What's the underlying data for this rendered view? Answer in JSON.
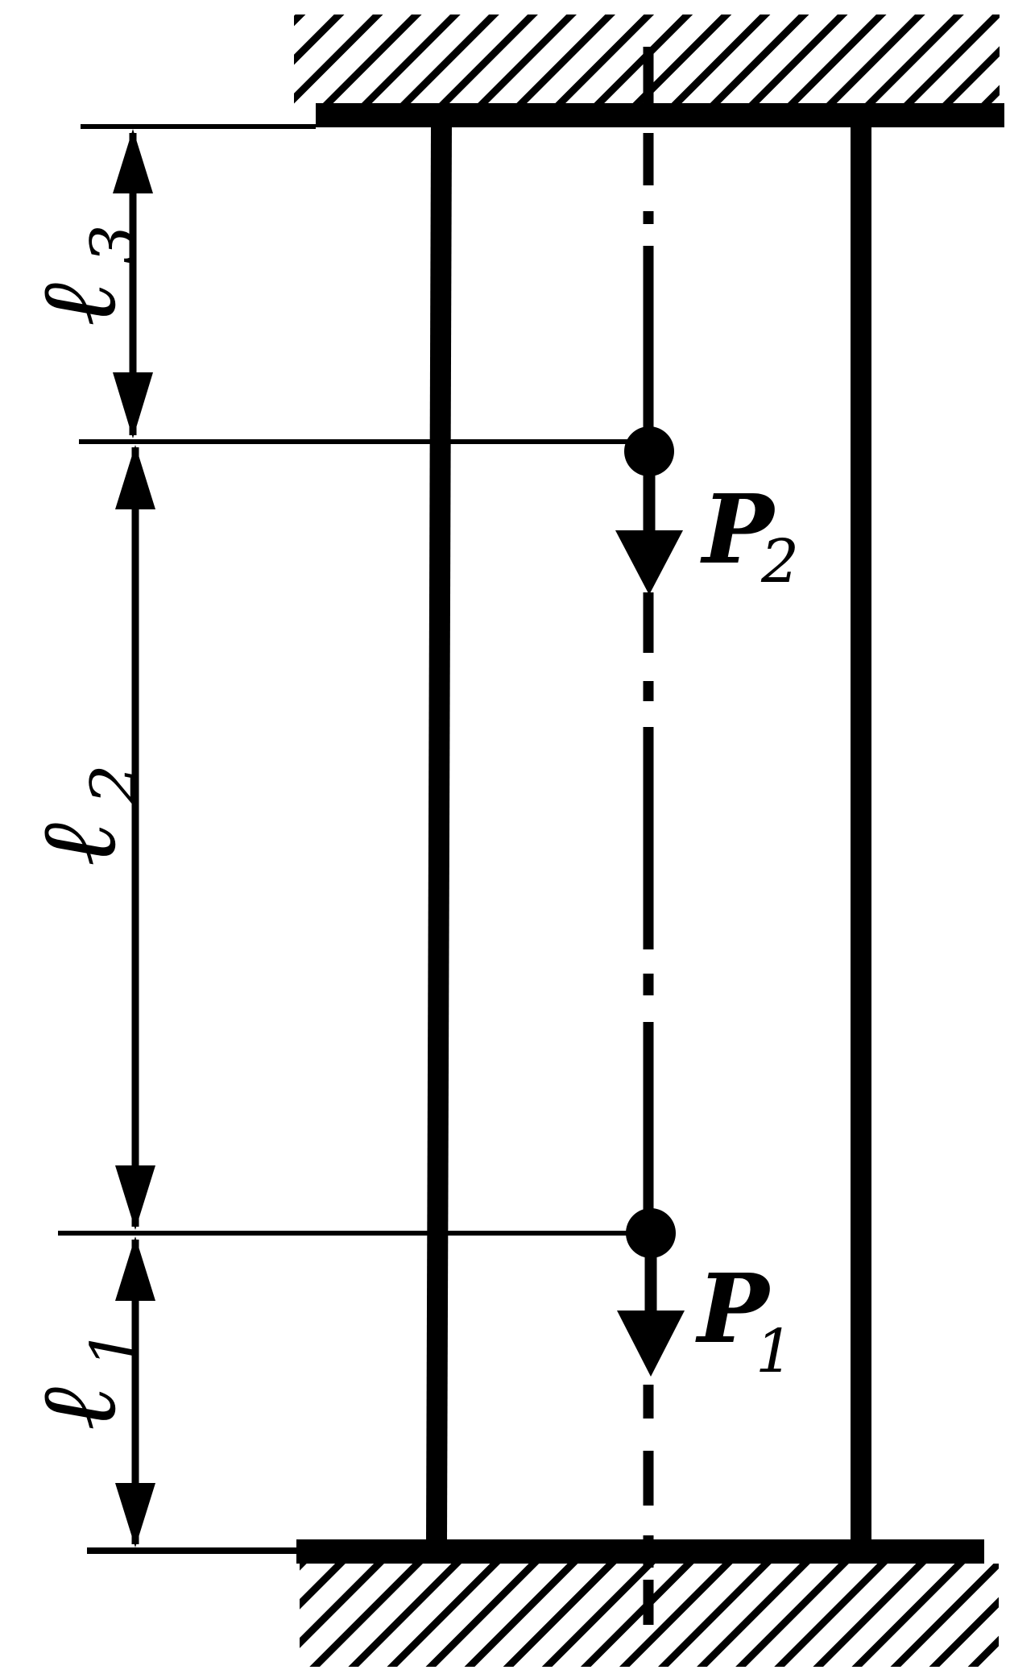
{
  "colors": {
    "ink": "#000000",
    "background": "#ffffff"
  },
  "loads": [
    {
      "id": "P2",
      "letter": "P",
      "subscript": "2"
    },
    {
      "id": "P1",
      "letter": "P",
      "subscript": "1"
    }
  ],
  "dimensions": [
    {
      "id": "l3",
      "letter": "ℓ",
      "subscript": "3"
    },
    {
      "id": "l2",
      "letter": "ℓ",
      "subscript": "2"
    },
    {
      "id": "l1",
      "letter": "ℓ",
      "subscript": "1"
    }
  ]
}
